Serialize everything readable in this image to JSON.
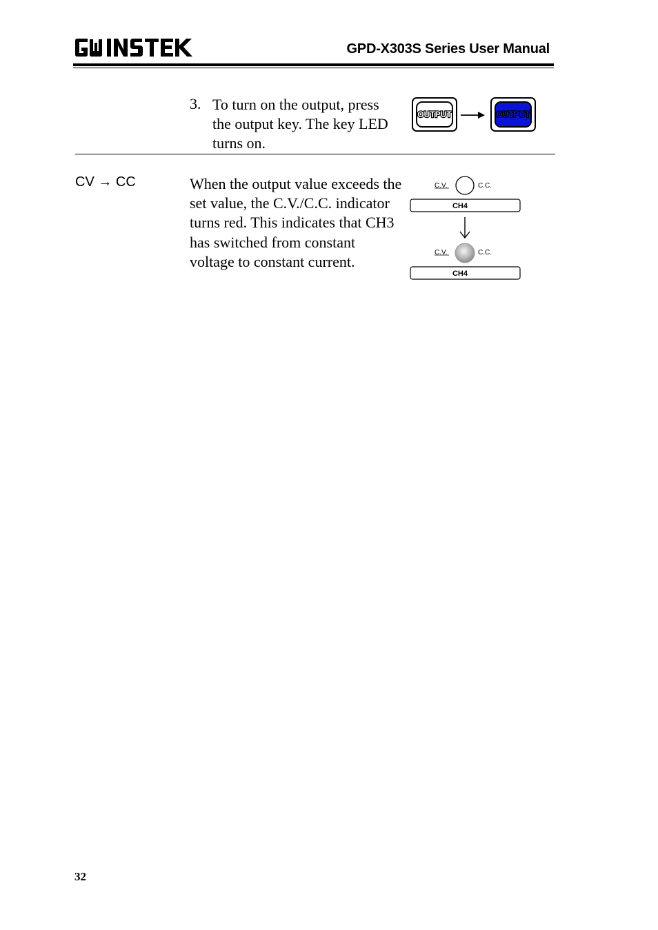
{
  "header": {
    "brand": "GW INSTEK",
    "title": "GPD-X303S Series User Manual"
  },
  "step": {
    "number": "3.",
    "text": "To turn on the output, press the output key. The key LED turns on."
  },
  "section": {
    "label": "CV → CC",
    "description": "When the output value exceeds the set value, the C.V./C.C. indicator turns red. This indicates that CH3 has switched from constant voltage to constant current."
  },
  "figure_keys": {
    "key_label_off": "OUTPUT",
    "key_label_on": "OUTPUT",
    "on_color": "#0a14d8",
    "arrow_icon": "arrow-right-icon"
  },
  "figure_indicator": {
    "cv_label": "C.V.",
    "cc_label": "C.C.",
    "channel_label": "CH4",
    "cv_label_2": "C.V.",
    "cc_label_2": "C.C.",
    "channel_label_2": "CH4",
    "arrow_icon": "arrow-down-icon"
  },
  "footer": {
    "page_number": "32"
  }
}
